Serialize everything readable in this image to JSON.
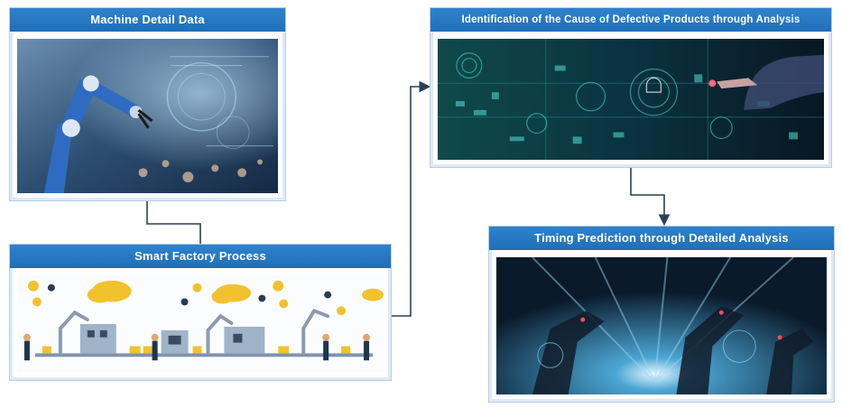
{
  "panels": {
    "machine": {
      "title": "Machine Detail Data",
      "image": "robot-arm-hologram"
    },
    "defect": {
      "title": "Identification of the Cause of Defective Products through Analysis",
      "image": "circuit-control-touch"
    },
    "smart": {
      "title": "Smart Factory Process",
      "image": "factory-line-illustration"
    },
    "timing": {
      "title": "Timing Prediction through Detailed Analysis",
      "image": "robotic-assembly-light"
    }
  },
  "colors": {
    "header": "#2677c3",
    "border": "#b8cde3",
    "connector": "#2b3f57",
    "accent": "#f2c12e"
  }
}
